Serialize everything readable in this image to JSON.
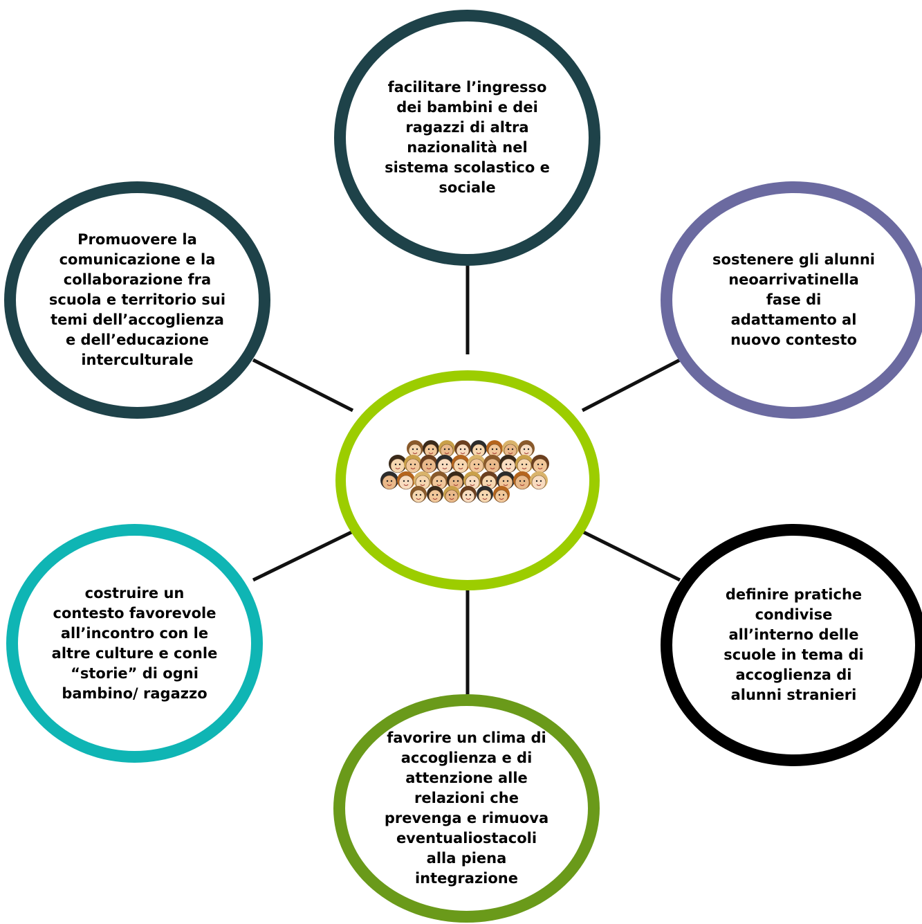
{
  "diagram": {
    "center": {
      "image": "children-faces-crowd-icon",
      "border_color": "#9ccd00"
    },
    "nodes": [
      {
        "id": "top",
        "border_color": "#1e4249",
        "lines": [
          "facilitare l’ingresso",
          "dei bambini e dei",
          "ragazzi di altra",
          "nazionalità nel",
          "sistema scolastico e",
          "sociale"
        ]
      },
      {
        "id": "upleft",
        "border_color": "#1e4249",
        "lines": [
          "Promuovere la",
          "comunicazione e la",
          "collaborazione fra",
          "scuola e territorio sui",
          "temi dell’accoglienza",
          "e dell’educazione",
          "interculturale"
        ]
      },
      {
        "id": "upright",
        "border_color": "#6b6aa0",
        "lines": [
          "sostenere gli alunni",
          "neoarrivatinella",
          "fase di",
          "adattamento al",
          "nuovo contesto"
        ]
      },
      {
        "id": "downleft",
        "border_color": "#0fb5b4",
        "lines": [
          "costruire un",
          "contesto favorevole",
          "all’incontro con le",
          "altre culture e conle",
          "“storie” di ogni",
          "bambino/ ragazzo"
        ]
      },
      {
        "id": "downright",
        "border_color": "#000000",
        "lines": [
          "definire pratiche",
          "condivise",
          "all’interno delle",
          "scuole in tema di",
          "accoglienza di",
          "alunni stranieri"
        ]
      },
      {
        "id": "bottom",
        "border_color": "#6a9a1a",
        "lines": [
          "favorire un clima di",
          "accoglienza e di",
          "attenzione alle",
          "relazioni che",
          "prevenga e rimuova",
          "eventualiostacoli",
          "alla piena",
          "integrazione"
        ]
      }
    ]
  }
}
